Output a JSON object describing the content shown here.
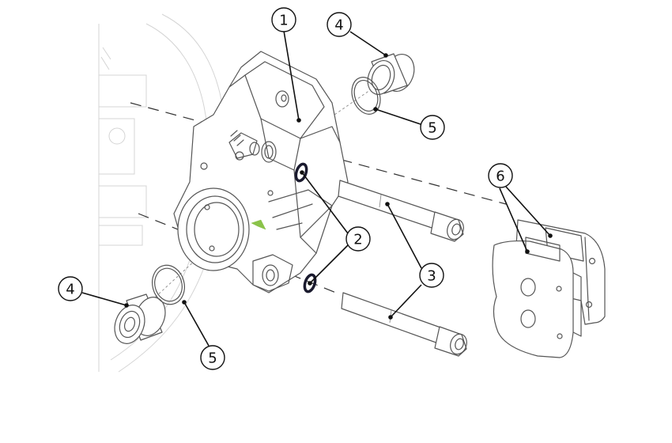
{
  "callouts": {
    "c1": "1",
    "c2": "2",
    "c3": "3",
    "c4_top": "4",
    "c4_bottom": "4",
    "c5_top": "5",
    "c5_bottom": "5",
    "c6": "6"
  },
  "parts": {
    "caliper_body": "caliper-body",
    "o_ring": "o-ring",
    "mounting_bolt": "mounting-bolt",
    "piston": "piston",
    "piston_seal": "piston-seal",
    "brake_pad": "brake-pad"
  },
  "colors": {
    "outline": "#555555",
    "leader": "#111111",
    "o_ring": "#1a1a2e",
    "logo_accent": "#8bc34a"
  }
}
